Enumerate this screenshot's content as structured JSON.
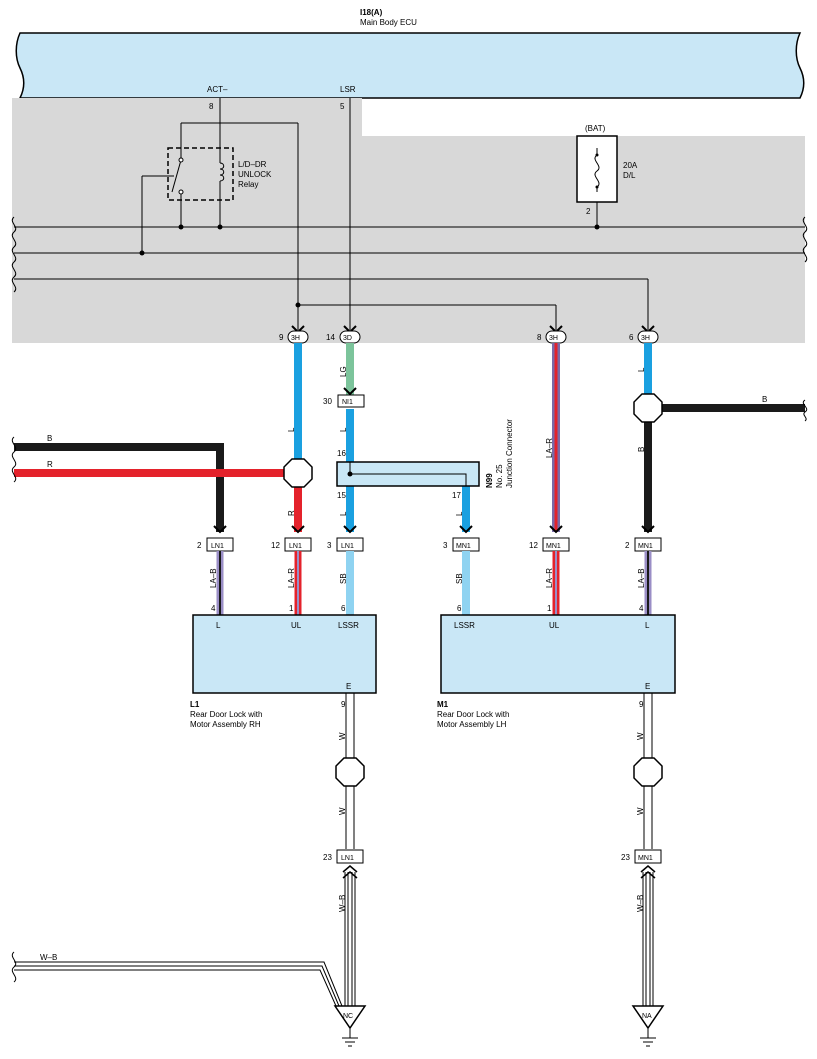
{
  "ecu": {
    "code": "I18(A)",
    "name": "Main Body ECU",
    "pins": [
      {
        "name": "ACT–",
        "num": "8"
      },
      {
        "name": "LSR",
        "num": "5"
      }
    ]
  },
  "relay": {
    "label_lines": [
      "L/D–DR",
      "UNLOCK",
      "Relay"
    ]
  },
  "fuse": {
    "source": "(BAT)",
    "rating": "20A",
    "name": "D/L",
    "pin": "2"
  },
  "connectors_3h_3d": [
    {
      "pin": "9",
      "code": "3H"
    },
    {
      "pin": "14",
      "code": "3D"
    },
    {
      "pin": "8",
      "code": "3H"
    },
    {
      "pin": "6",
      "code": "3H"
    }
  ],
  "ni1": {
    "pin": "30",
    "code": "NI1"
  },
  "junction": {
    "code": "N99",
    "name_lines": [
      "No. 25",
      "Junction Connector"
    ],
    "pins": [
      "16",
      "15",
      "17"
    ]
  },
  "wire_colors": {
    "b": "B",
    "r": "R",
    "l": "L",
    "lg": "LG",
    "la_r": "LA–R",
    "la_b": "LA–B",
    "sb": "SB",
    "w": "W",
    "w_b": "W–B"
  },
  "left_connectors": [
    {
      "pin": "2",
      "code": "LN1"
    },
    {
      "pin": "12",
      "code": "LN1"
    },
    {
      "pin": "3",
      "code": "LN1"
    }
  ],
  "right_connectors": [
    {
      "pin": "3",
      "code": "MN1"
    },
    {
      "pin": "12",
      "code": "MN1"
    },
    {
      "pin": "2",
      "code": "MN1"
    }
  ],
  "motor_rh": {
    "code": "L1",
    "name_lines": [
      "Rear Door Lock with",
      "Motor Assembly RH"
    ],
    "pins": [
      {
        "num": "4",
        "label": "L"
      },
      {
        "num": "1",
        "label": "UL"
      },
      {
        "num": "6",
        "label": "LSSR"
      }
    ],
    "ground_pin": {
      "num": "9",
      "label": "E"
    }
  },
  "motor_lh": {
    "code": "M1",
    "name_lines": [
      "Rear Door Lock with",
      "Motor Assembly LH"
    ],
    "pins": [
      {
        "num": "6",
        "label": "LSSR"
      },
      {
        "num": "1",
        "label": "UL"
      },
      {
        "num": "4",
        "label": "L"
      }
    ],
    "ground_pin": {
      "num": "9",
      "label": "E"
    }
  },
  "ground_connectors": [
    {
      "pin": "23",
      "code": "LN1"
    },
    {
      "pin": "23",
      "code": "MN1"
    }
  ],
  "grounds": [
    "NC",
    "NA"
  ],
  "colors": {
    "ecu_fill": "#c9e7f6",
    "gray_area": "#d8d8d8",
    "blue_wire": "#1aa0e0",
    "light_blue_wire": "#8fd3f1",
    "green_wire": "#7cc49b",
    "red_wire": "#e4222b",
    "pink_stripe": "#e07a8a",
    "lavender_stripe": "#9a8ec6"
  }
}
